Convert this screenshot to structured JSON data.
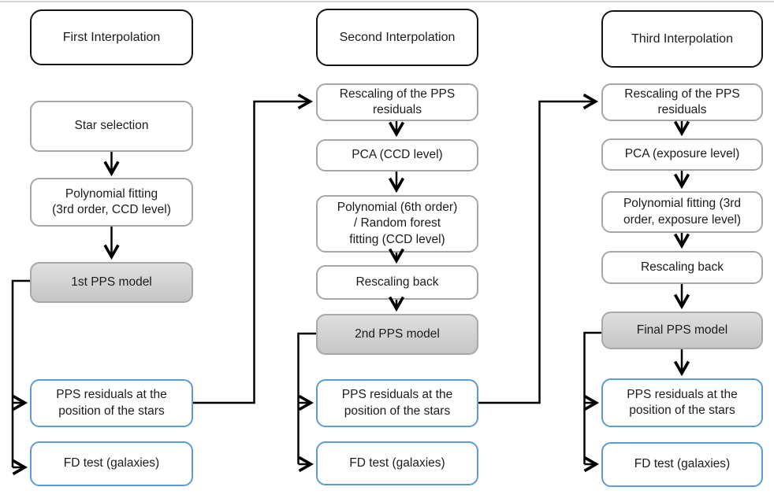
{
  "diagram_title": "",
  "colors": {
    "header_border": "#141414",
    "step_border": "#a6a6a6",
    "output_border": "#5b9bd5",
    "model_fill": "#d1d1d1",
    "connector": "#000000",
    "background": "#ffffff"
  },
  "columns": [
    {
      "header": "First Interpolation",
      "steps": [
        "Star selection",
        "Polynomial fitting\n(3rd order, CCD level)"
      ],
      "model": "1st PPS model",
      "outputs": [
        "PPS residuals at the\nposition of the stars",
        "FD test (galaxies)"
      ]
    },
    {
      "header": "Second Interpolation",
      "steps": [
        "Rescaling of the PPS\nresiduals",
        "PCA (CCD level)",
        "Polynomial (6th order)\n/ Random forest\nfitting (CCD level)",
        "Rescaling back"
      ],
      "model": "2nd PPS model",
      "outputs": [
        "PPS residuals at the\nposition of the stars",
        "FD test (galaxies)"
      ]
    },
    {
      "header": "Third Interpolation",
      "steps": [
        "Rescaling of the PPS\nresiduals",
        "PCA (exposure level)",
        "Polynomial fitting (3rd\norder, exposure level)",
        "Rescaling back"
      ],
      "model": "Final PPS model",
      "outputs": [
        "PPS residuals at the\nposition of the stars",
        "FD test (galaxies)"
      ]
    }
  ]
}
